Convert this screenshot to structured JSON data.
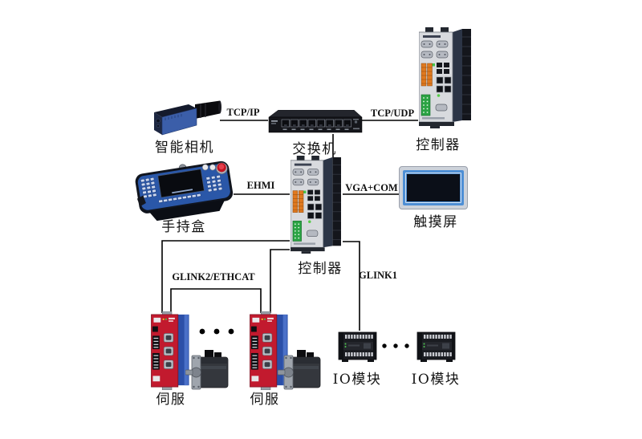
{
  "nodes": {
    "camera": {
      "label": "智能相机"
    },
    "switch": {
      "label": "交换机"
    },
    "controller_top": {
      "label": "控制器"
    },
    "pendant": {
      "label": "手持盒"
    },
    "controller_main": {
      "label": "控制器"
    },
    "touchscreen": {
      "label": "触摸屏"
    },
    "servo_left": {
      "label": "伺服"
    },
    "servo_right": {
      "label": "伺服"
    },
    "io_left": {
      "label": "IO模块"
    },
    "io_right": {
      "label": "IO模块"
    }
  },
  "links": {
    "tcp_ip": {
      "label": "TCP/IP"
    },
    "tcp_udp": {
      "label": "TCP/UDP"
    },
    "ehmi": {
      "label": "EHMI"
    },
    "vga_com": {
      "label": "VGA+COM"
    },
    "glink2": {
      "label": "GLINK2/ETHCAT"
    },
    "glink1": {
      "label": "GLINK1"
    }
  },
  "colors": {
    "wire": "#000000",
    "camera_blue": "#3b5ea9",
    "controller_face": "#d8dade",
    "controller_side": "#2c3546",
    "servo_red": "#c21a2e",
    "servo_blue": "#2b4fa8",
    "touch_frame": "#cdd2da",
    "touch_bezel": "#4e8fd5",
    "screen_dark": "#0b0f18",
    "device_black": "#17191e",
    "terminal_orange": "#e0791f",
    "terminal_green": "#2ba344",
    "estop_red": "#c2121f"
  }
}
